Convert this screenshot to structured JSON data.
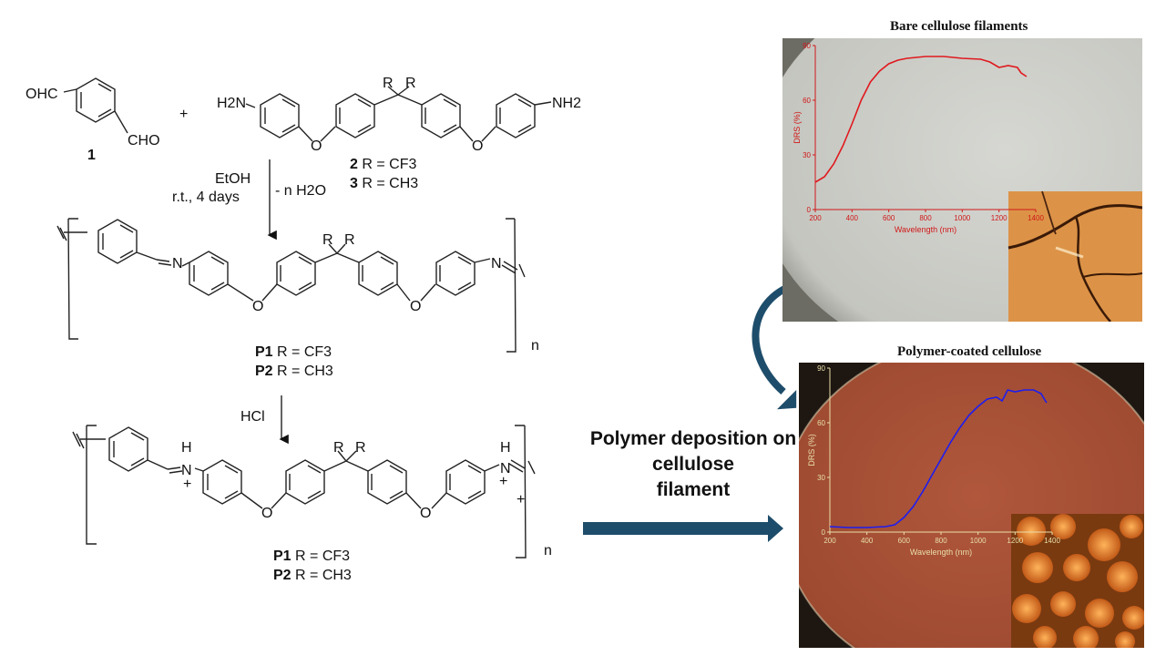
{
  "scheme": {
    "reactant1_groups": [
      "OHC",
      "CHO"
    ],
    "reactant1_number": "1",
    "plus": "+",
    "diamine_groups": [
      "H2N",
      "NH2"
    ],
    "r_label": "R",
    "oxygen": "O",
    "nitrogen": "N",
    "hydrogen": "H",
    "positive_charge": "+",
    "repeat_n": "n",
    "variants_monomer": [
      {
        "bold": "2",
        "text": " R = CF3"
      },
      {
        "bold": "3",
        "text": " R = CH3"
      }
    ],
    "conditions": [
      "EtOH",
      "r.t., 4 days",
      "- n H2O"
    ],
    "reagent_acid": "HCl",
    "variants_polymer": [
      {
        "bold": "P1",
        "text": " R = CF3"
      },
      {
        "bold": "P2",
        "text": " R = CH3"
      }
    ]
  },
  "deposition_text": [
    "Polymer deposition on",
    "cellulose",
    "filament"
  ],
  "panels": [
    {
      "title": "Bare cellulose filaments",
      "photo_colors": [
        "#d6d7d2",
        "#c4c5bf",
        "#77766f"
      ],
      "curve_color": "#e0191e",
      "axis_text_color": "#d01818"
    },
    {
      "title": "Polymer-coated cellulose",
      "photo_colors": [
        "#b0573c",
        "#9d4a31",
        "#3a2a20"
      ],
      "curve_color": "#1d1df0",
      "axis_text_color": "#e9dfa8"
    }
  ],
  "chart_data": [
    {
      "type": "line",
      "title": "",
      "xlabel": "Wavelength (nm)",
      "ylabel": "DRS (%)",
      "xlim": [
        200,
        1400
      ],
      "ylim": [
        0,
        90
      ],
      "x_ticks": [
        "200",
        "400",
        "600",
        "800",
        "1000",
        "1200",
        "1400"
      ],
      "y_ticks": [
        "0",
        "30",
        "60",
        "90"
      ],
      "series": [
        {
          "x": [
            200,
            250,
            300,
            350,
            400,
            450,
            500,
            550,
            600,
            650,
            700,
            750,
            800,
            900,
            1000,
            1100,
            1150,
            1200,
            1250,
            1300,
            1320,
            1350
          ],
          "y": [
            15,
            18,
            25,
            35,
            47,
            60,
            70,
            76,
            80,
            82,
            83,
            83.5,
            84,
            84,
            83,
            82.5,
            81,
            78,
            79,
            78,
            75,
            73
          ]
        }
      ]
    },
    {
      "type": "line",
      "title": "",
      "xlabel": "Wavelength (nm)",
      "ylabel": "DRS (%)",
      "xlim": [
        200,
        1400
      ],
      "ylim": [
        0,
        90
      ],
      "x_ticks": [
        "200",
        "400",
        "600",
        "800",
        "1000",
        "1200",
        "1400"
      ],
      "y_ticks": [
        "0",
        "30",
        "60",
        "90"
      ],
      "series": [
        {
          "x": [
            200,
            300,
            400,
            500,
            550,
            600,
            650,
            700,
            750,
            800,
            850,
            900,
            950,
            1000,
            1050,
            1100,
            1130,
            1160,
            1200,
            1250,
            1300,
            1340,
            1370
          ],
          "y": [
            3,
            2.5,
            2.5,
            3,
            4,
            8,
            14,
            22,
            31,
            40,
            49,
            57,
            64,
            69,
            73,
            74,
            72,
            78,
            77,
            78,
            78,
            76,
            71
          ]
        }
      ]
    }
  ]
}
